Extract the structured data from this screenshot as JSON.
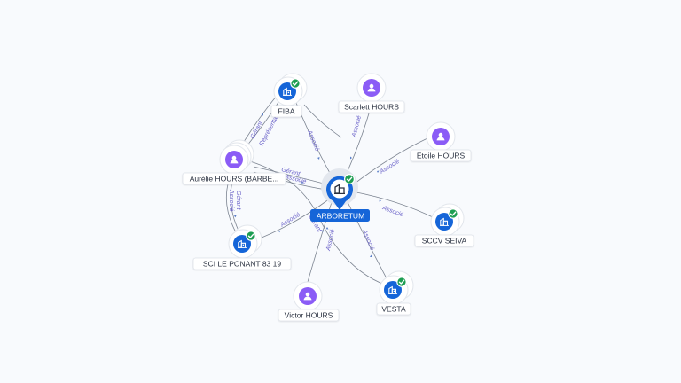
{
  "graph": {
    "center": {
      "label": "ARBORETUM",
      "type": "company",
      "verified": true
    },
    "nodes": [
      {
        "id": "fiba",
        "label": "FIBA",
        "type": "company",
        "verified": true
      },
      {
        "id": "scarlett",
        "label": "Scarlett HOURS",
        "type": "person",
        "verified": false
      },
      {
        "id": "etoile",
        "label": "Etoile HOURS",
        "type": "person",
        "verified": false
      },
      {
        "id": "aurelie",
        "label": "Aurélie HOURS (BARBE...",
        "type": "person",
        "verified": false
      },
      {
        "id": "sccv",
        "label": "SCCV SEIVA",
        "type": "company",
        "verified": true
      },
      {
        "id": "sci",
        "label": "SCI LE PONANT 83 19",
        "type": "company",
        "verified": true
      },
      {
        "id": "vesta",
        "label": "VESTA",
        "type": "company",
        "verified": true
      },
      {
        "id": "victor",
        "label": "Victor HOURS",
        "type": "person",
        "verified": false
      }
    ],
    "edge_labels": {
      "fiba_center": "Associé",
      "scarlett_center": "Associé",
      "etoile_center": "Associé",
      "sccv_center": "Associé",
      "vesta_center": "Associé",
      "victor_center": "Associé",
      "sci_center": "Associé",
      "aurelie_center_1": "Gérant",
      "aurelie_center_2": "Associé",
      "aurelie_fiba_1": "Gérant",
      "aurelie_fiba_2": "Représentant",
      "aurelie_sci_1": "Gérant",
      "aurelie_sci_2": "Associé",
      "aurelie_vesta": "Gérant"
    },
    "colors": {
      "person": "#8b5cf6",
      "company": "#1565d8",
      "verified": "#1e9e52",
      "edge_label": "#6b63c9"
    }
  }
}
